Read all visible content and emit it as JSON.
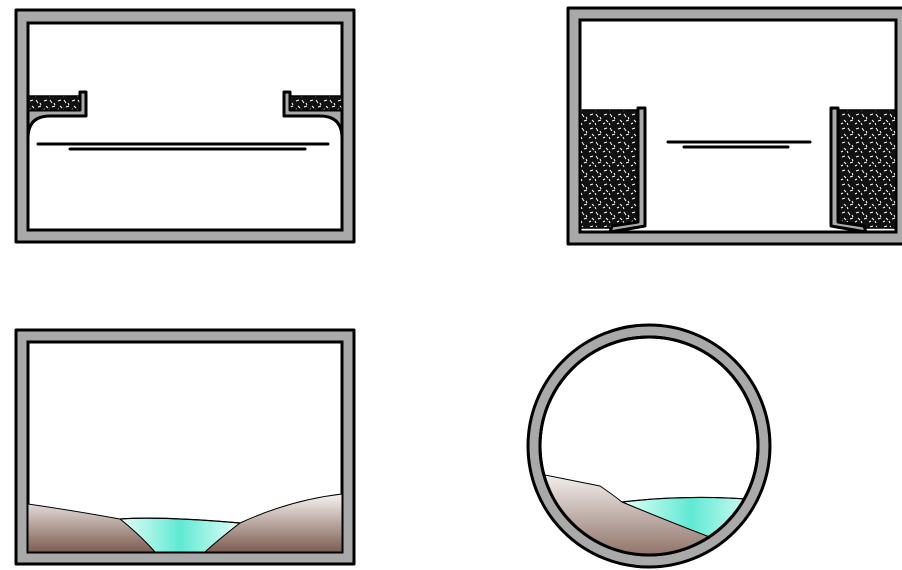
{
  "colors": {
    "background": "#ffffff",
    "outline": "#000000",
    "wall_fill": "#a9a9a9",
    "interior": "#ffffff",
    "gravel_fill": "#111111",
    "gravel_speck": "#ffffff",
    "water_light": "#e6fff8",
    "water_dark": "#5fe9d3",
    "soil_light": "#f7f3f1",
    "soil_dark": "#7d5d52"
  },
  "panels": [
    {
      "id": "box-culvert-shelves",
      "shape": "rectangle",
      "features": [
        "gravel-ledge-left",
        "gravel-ledge-right",
        "haunched-floor",
        "water-line"
      ]
    },
    {
      "id": "box-culvert-gravel-walls",
      "shape": "rectangle",
      "features": [
        "gravel-wall-left",
        "gravel-wall-right",
        "water-line"
      ]
    },
    {
      "id": "box-culvert-natural-bed",
      "shape": "rectangle",
      "features": [
        "soil-bed",
        "water-channel"
      ]
    },
    {
      "id": "pipe-culvert-natural-bed",
      "shape": "circle",
      "features": [
        "soil-bed",
        "water-channel"
      ]
    }
  ]
}
